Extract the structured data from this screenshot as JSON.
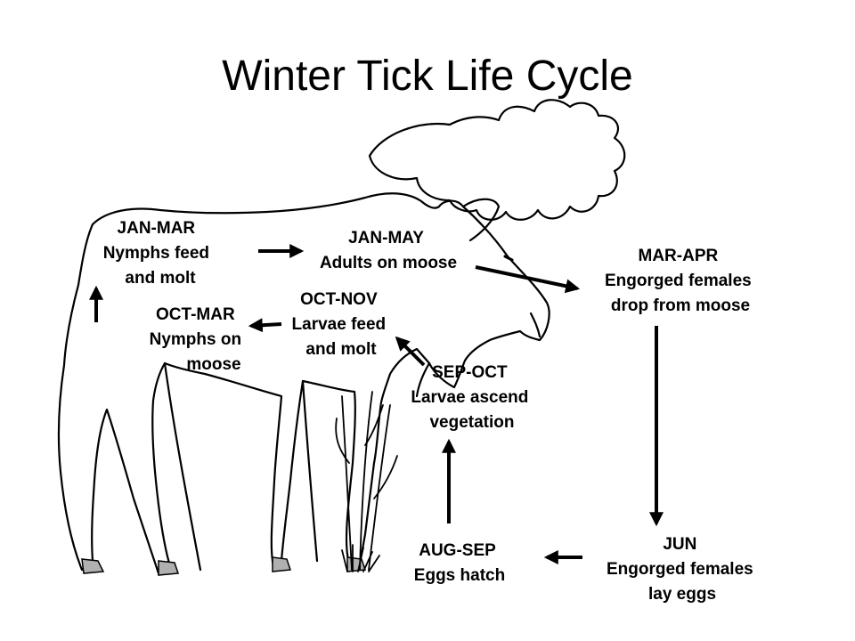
{
  "title": "Winter Tick Life Cycle",
  "stages": [
    {
      "id": "jan-mar",
      "lines": [
        "JAN-MAR",
        "Nymphs feed",
        "and molt"
      ]
    },
    {
      "id": "jan-may",
      "lines": [
        "JAN-MAY",
        "Adults on moose"
      ]
    },
    {
      "id": "mar-apr",
      "lines": [
        "MAR-APR",
        "Engorged females",
        "drop from moose"
      ]
    },
    {
      "id": "oct-nov",
      "lines": [
        "OCT-NOV",
        "Larvae feed",
        "and molt"
      ]
    },
    {
      "id": "oct-mar",
      "lines": [
        "OCT-MAR",
        "Nymphs on",
        "moose"
      ]
    },
    {
      "id": "sep-oct",
      "lines": [
        "SEP-OCT",
        "Larvae ascend",
        "vegetation"
      ]
    },
    {
      "id": "aug-sep",
      "lines": [
        "AUG-SEP",
        "Eggs hatch"
      ]
    },
    {
      "id": "jun",
      "lines": [
        "JUN",
        "Engorged females",
        "lay eggs"
      ]
    }
  ],
  "illustration": {
    "subject": "moose-outline",
    "vegetation": "grass-and-twigs"
  },
  "colors": {
    "ink": "#000000",
    "hoof": "#b0b0b0",
    "background": "#ffffff"
  }
}
